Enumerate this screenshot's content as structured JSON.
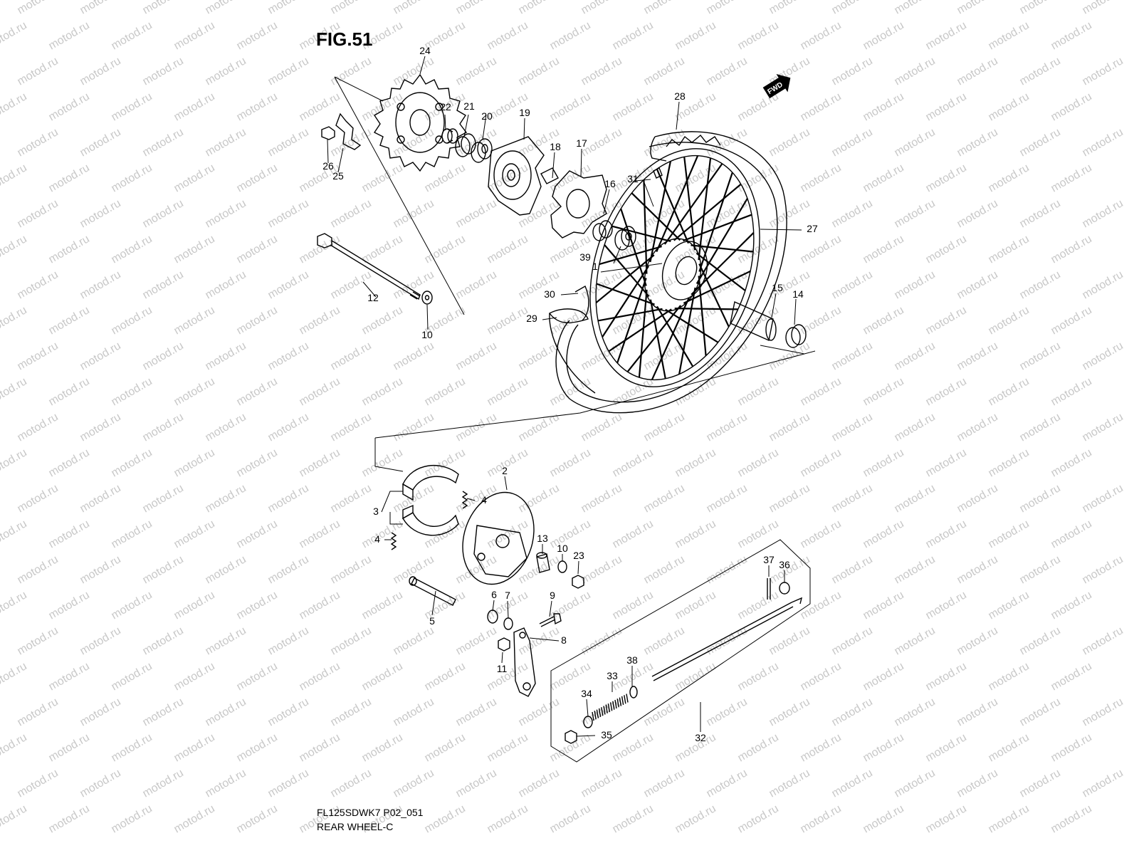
{
  "figure": {
    "title": "FIG.51",
    "code": "FL125SDWK7 P02_051",
    "name": "REAR WHEEL-C",
    "fwd_label": "FWD"
  },
  "watermark": "motod.ru",
  "parts": [
    {
      "id": "p1",
      "label": "1"
    },
    {
      "id": "p2",
      "label": "2"
    },
    {
      "id": "p3",
      "label": "3"
    },
    {
      "id": "p4a",
      "label": "4"
    },
    {
      "id": "p4b",
      "label": "4"
    },
    {
      "id": "p5",
      "label": "5"
    },
    {
      "id": "p6",
      "label": "6"
    },
    {
      "id": "p7",
      "label": "7"
    },
    {
      "id": "p8",
      "label": "8"
    },
    {
      "id": "p9",
      "label": "9"
    },
    {
      "id": "p10a",
      "label": "10"
    },
    {
      "id": "p10b",
      "label": "10"
    },
    {
      "id": "p11",
      "label": "11"
    },
    {
      "id": "p12",
      "label": "12"
    },
    {
      "id": "p13",
      "label": "13"
    },
    {
      "id": "p14",
      "label": "14"
    },
    {
      "id": "p15",
      "label": "15"
    },
    {
      "id": "p16",
      "label": "16"
    },
    {
      "id": "p17",
      "label": "17"
    },
    {
      "id": "p18",
      "label": "18"
    },
    {
      "id": "p19",
      "label": "19"
    },
    {
      "id": "p20",
      "label": "20"
    },
    {
      "id": "p21",
      "label": "21"
    },
    {
      "id": "p22",
      "label": "22"
    },
    {
      "id": "p23",
      "label": "23"
    },
    {
      "id": "p24",
      "label": "24"
    },
    {
      "id": "p25",
      "label": "25"
    },
    {
      "id": "p26",
      "label": "26"
    },
    {
      "id": "p27",
      "label": "27"
    },
    {
      "id": "p28",
      "label": "28"
    },
    {
      "id": "p29",
      "label": "29"
    },
    {
      "id": "p30",
      "label": "30"
    },
    {
      "id": "p31",
      "label": "31"
    },
    {
      "id": "p32",
      "label": "32"
    },
    {
      "id": "p33",
      "label": "33"
    },
    {
      "id": "p34",
      "label": "34"
    },
    {
      "id": "p35",
      "label": "35"
    },
    {
      "id": "p36",
      "label": "36"
    },
    {
      "id": "p37",
      "label": "37"
    },
    {
      "id": "p38",
      "label": "38"
    },
    {
      "id": "p39",
      "label": "39"
    }
  ]
}
